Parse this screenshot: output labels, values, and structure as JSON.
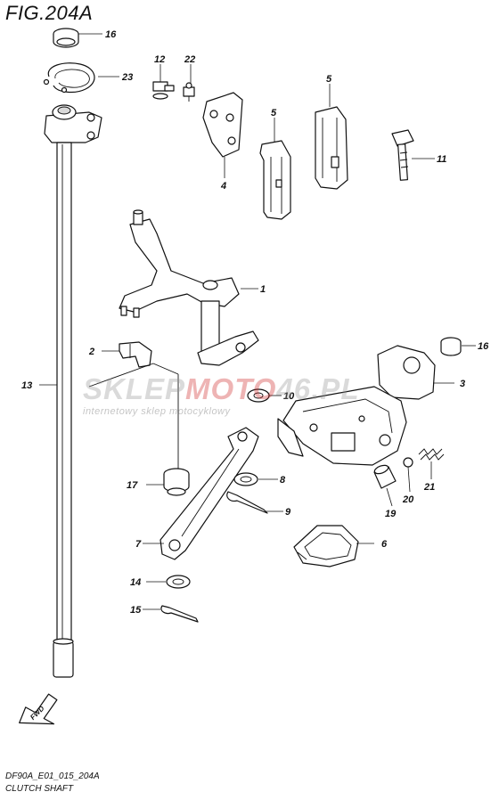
{
  "figure": {
    "title": "FIG.204A"
  },
  "callouts": {
    "c1": "1",
    "c2": "2",
    "c3": "3",
    "c4": "4",
    "c5a": "5",
    "c5b": "5",
    "c6": "6",
    "c7": "7",
    "c8": "8",
    "c9": "9",
    "c10": "10",
    "c11": "11",
    "c12": "12",
    "c13": "13",
    "c14": "14",
    "c15": "15",
    "c16a": "16",
    "c16b": "16",
    "c17": "17",
    "c19": "19",
    "c20": "20",
    "c21": "21",
    "c22": "22",
    "c23": "23"
  },
  "watermark": {
    "brand_a": "SKLEP",
    "brand_b": "MOTO",
    "brand_c": "46",
    "brand_d": ".PL",
    "subtitle": "internetowy sklep motocyklowy"
  },
  "fwd_arrow": {
    "label": "FWD"
  },
  "footer": {
    "code": "DF90A_E01_015_204A",
    "caption": "CLUTCH SHAFT"
  }
}
